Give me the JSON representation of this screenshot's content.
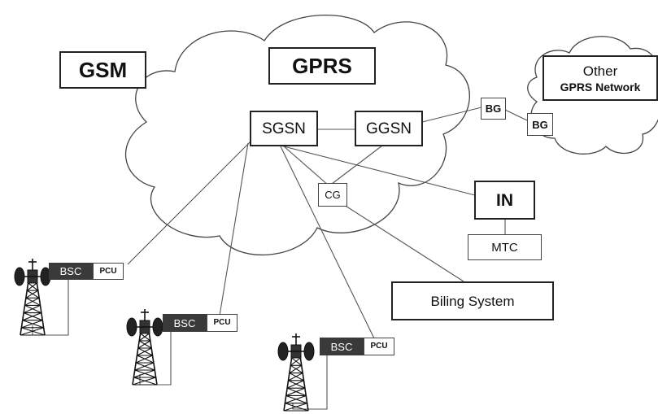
{
  "regions": {
    "gsm_label": "GSM",
    "gprs_label": "GPRS",
    "other_network_line1": "Other",
    "other_network_line2": "GPRS Network"
  },
  "nodes": {
    "sgsn": "SGSN",
    "ggsn": "GGSN",
    "bg_left": "BG",
    "bg_right": "BG",
    "cg": "CG",
    "in": "IN",
    "mtc": "MTC",
    "billing": "Biling System"
  },
  "base_stations": [
    {
      "bsc": "BSC",
      "pcu": "PCU"
    },
    {
      "bsc": "BSC",
      "pcu": "PCU"
    },
    {
      "bsc": "BSC",
      "pcu": "PCU"
    }
  ],
  "colors": {
    "line": "#555555",
    "bsc_fill": "#3a3a3a",
    "cloud_stroke": "#444444"
  }
}
